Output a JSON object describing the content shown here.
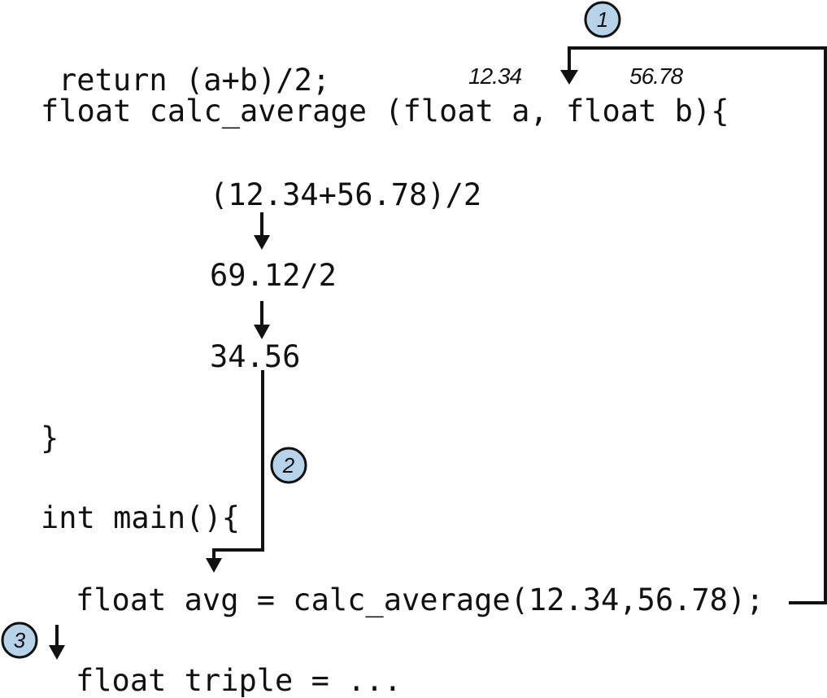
{
  "code": {
    "return_line": "return (a+b)/2;",
    "signature_line": "float calc_average (float a, float b){",
    "step_1": "(12.34+56.78)/2",
    "step_2": "69.12/2",
    "step_3": "34.56",
    "closing_brace": "}",
    "main_line": "int main(){",
    "call_line": "float avg = calc_average(12.34,56.78);",
    "next_line": "float triple = ..."
  },
  "arguments": {
    "a_value": "12.34",
    "b_value": "56.78"
  },
  "badges": {
    "one": "1",
    "two": "2",
    "three": "3"
  },
  "colors": {
    "badge_fill": "#b7d3ea",
    "line": "#111111"
  }
}
